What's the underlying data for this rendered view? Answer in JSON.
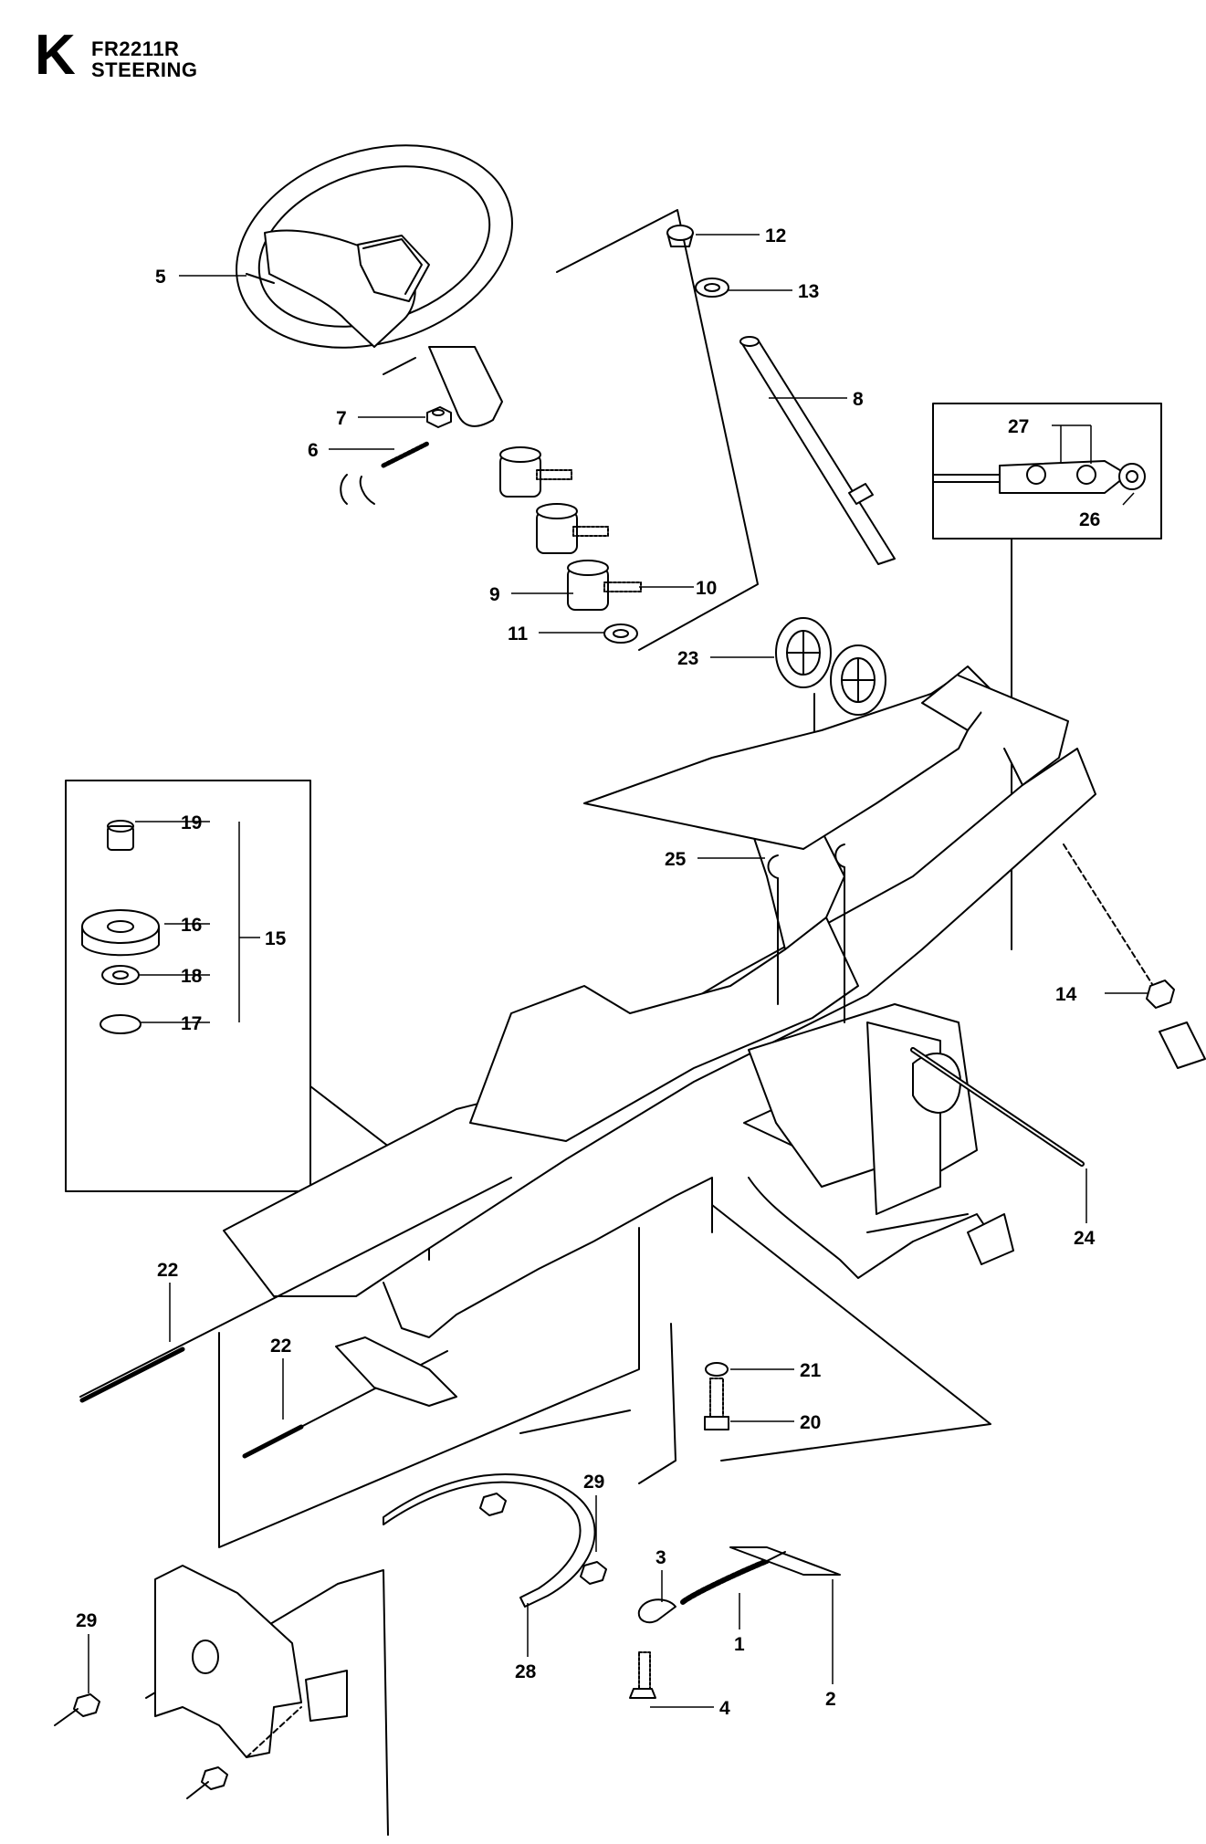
{
  "header": {
    "section_letter": "K",
    "model": "FR2211R",
    "section_name": "STEERING"
  },
  "callouts": [
    {
      "id": "5",
      "label": "5"
    },
    {
      "id": "7",
      "label": "7"
    },
    {
      "id": "6",
      "label": "6"
    },
    {
      "id": "9",
      "label": "9"
    },
    {
      "id": "10",
      "label": "10"
    },
    {
      "id": "11",
      "label": "11"
    },
    {
      "id": "12",
      "label": "12"
    },
    {
      "id": "13",
      "label": "13"
    },
    {
      "id": "8",
      "label": "8"
    },
    {
      "id": "27",
      "label": "27"
    },
    {
      "id": "26",
      "label": "26"
    },
    {
      "id": "23",
      "label": "23"
    },
    {
      "id": "19",
      "label": "19"
    },
    {
      "id": "16",
      "label": "16"
    },
    {
      "id": "15",
      "label": "15"
    },
    {
      "id": "18",
      "label": "18"
    },
    {
      "id": "17",
      "label": "17"
    },
    {
      "id": "25",
      "label": "25"
    },
    {
      "id": "14",
      "label": "14"
    },
    {
      "id": "24",
      "label": "24"
    },
    {
      "id": "22a",
      "label": "22"
    },
    {
      "id": "22b",
      "label": "22"
    },
    {
      "id": "21",
      "label": "21"
    },
    {
      "id": "20",
      "label": "20"
    },
    {
      "id": "29a",
      "label": "29"
    },
    {
      "id": "29b",
      "label": "29"
    },
    {
      "id": "28",
      "label": "28"
    },
    {
      "id": "3",
      "label": "3"
    },
    {
      "id": "1",
      "label": "1"
    },
    {
      "id": "2",
      "label": "2"
    },
    {
      "id": "4",
      "label": "4"
    }
  ]
}
